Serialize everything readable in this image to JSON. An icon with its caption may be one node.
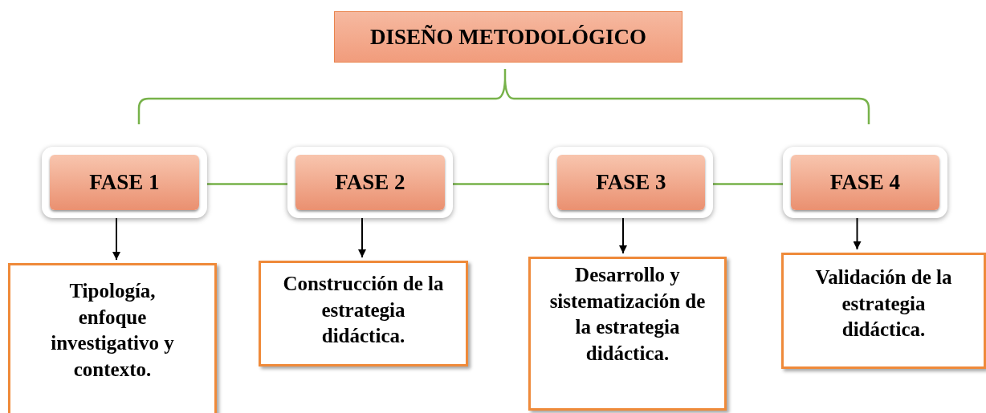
{
  "diagram": {
    "nodes": [
      {
        "text": [
          "DISEÑO METODOLÓGICO"
        ]
      },
      {
        "text": [
          "FASE 1"
        ]
      },
      {
        "text": [
          "FASE 2"
        ]
      },
      {
        "text": [
          "FASE 3"
        ]
      },
      {
        "text": [
          "FASE 4"
        ]
      },
      {
        "text": [
          "Tipología, enfoque investigativo y contexto."
        ]
      },
      {
        "text": [
          "Construcción de la estrategia didáctica."
        ]
      },
      {
        "text": [
          "Desarrollo y sistematización de la estrategia didáctica."
        ]
      },
      {
        "text": [
          "Validación de la estrategia didáctica."
        ]
      }
    ],
    "edges": [
      {
        "from": 1,
        "to": 2,
        "arrow": "none",
        "color": "#77b24a"
      },
      {
        "from": 2,
        "to": 3,
        "arrow": "none",
        "color": "#77b24a"
      },
      {
        "from": 3,
        "to": 4,
        "arrow": "none",
        "color": "#77b24a"
      },
      {
        "from": 1,
        "to": 5,
        "arrow": "to"
      },
      {
        "from": 2,
        "to": 6,
        "arrow": "to"
      },
      {
        "from": 3,
        "to": 7,
        "arrow": "to"
      },
      {
        "from": 4,
        "to": 8,
        "arrow": "to"
      }
    ]
  }
}
